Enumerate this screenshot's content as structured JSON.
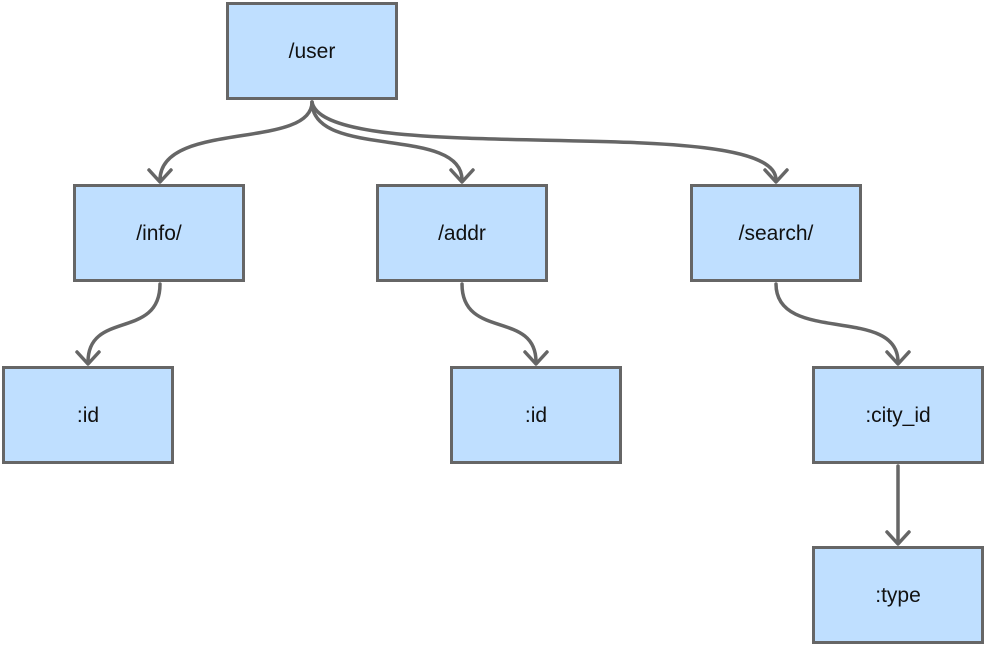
{
  "diagram": {
    "colors": {
      "node_fill": "#bfdfff",
      "node_border": "#666666",
      "edge": "#666666"
    },
    "nodes": {
      "user": "/user",
      "info": "/info/",
      "addr": "/addr",
      "search": "/search/",
      "info_id": ":id",
      "addr_id": ":id",
      "city_id": ":city_id",
      "type": ":type"
    },
    "edges": [
      {
        "from": "user",
        "to": "info"
      },
      {
        "from": "user",
        "to": "addr"
      },
      {
        "from": "user",
        "to": "search"
      },
      {
        "from": "info",
        "to": "info_id"
      },
      {
        "from": "addr",
        "to": "addr_id"
      },
      {
        "from": "search",
        "to": "city_id"
      },
      {
        "from": "city_id",
        "to": "type"
      }
    ]
  }
}
